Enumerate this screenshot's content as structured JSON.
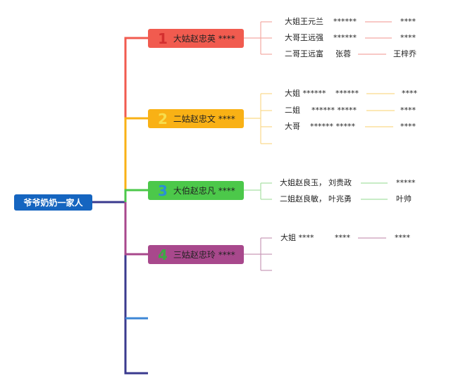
{
  "root": {
    "label": "爷爷奶奶一家人"
  },
  "branches": [
    {
      "number": "1",
      "label": "大姑赵忠英 ****",
      "color": "#f15b4f",
      "numColor": "#d32f2f",
      "leaves": [
        {
          "name": "大姐王元兰",
          "spouse": "******",
          "child": "****"
        },
        {
          "name": "大哥王远强",
          "spouse": "******",
          "child": "****"
        },
        {
          "name": "二哥王远富",
          "spouse": "张蓉",
          "child": "王梓乔"
        }
      ]
    },
    {
      "number": "2",
      "label": "二姑赵忠文 ****",
      "color": "#f9b115",
      "numColor": "#f7dd4c",
      "leaves": [
        {
          "name": "大姐 ******",
          "spouse": "******",
          "child": "****"
        },
        {
          "name": "二姐",
          "spouse": "****** *****",
          "child": "****"
        },
        {
          "name": "大哥",
          "spouse": "****** *****",
          "child": "****"
        }
      ]
    },
    {
      "number": "3",
      "label": "大伯赵忠凡 ****",
      "color": "#4cc84a",
      "numColor": "#2a8fd6",
      "leaves": [
        {
          "name": "大姐赵良玉，",
          "spouse": "刘贵政",
          "child": "*****"
        },
        {
          "name": "二姐赵良敏，",
          "spouse": "叶兆勇",
          "child": "叶帅"
        }
      ]
    },
    {
      "number": "4",
      "label": "三姑赵忠玲 ****",
      "color": "#a8488c",
      "numColor": "#3fa845",
      "leaves": [
        {
          "name": "大姐    ****",
          "spouse": "****",
          "child": "****"
        }
      ]
    }
  ],
  "colors": {
    "root": "#1565c0",
    "spine": "#3a3a8e",
    "stub_blue": "#3d87d6",
    "leaf_line_1": "#f4a9a3",
    "leaf_line_2": "#f9d98a",
    "leaf_line_3": "#a8e0a4",
    "leaf_line_4": "#c99ab8"
  }
}
